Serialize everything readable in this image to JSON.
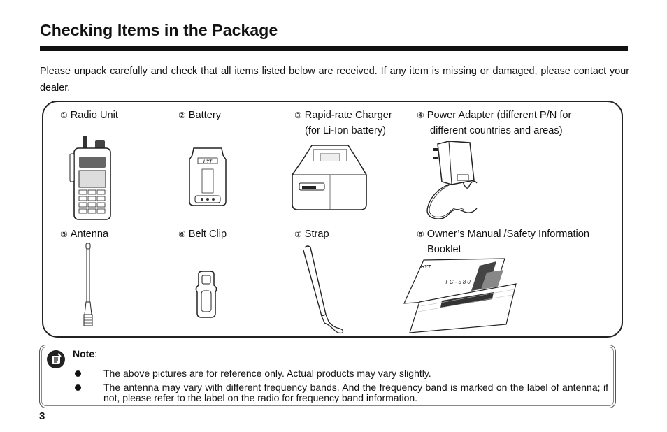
{
  "page": {
    "title": "Checking Items in the Package",
    "intro": "Please unpack carefully and check that all items listed below are received. If any item is missing or damaged, please contact your dealer.",
    "page_number": "3"
  },
  "items": [
    {
      "num": "①",
      "label": "Radio Unit",
      "label2": ""
    },
    {
      "num": "②",
      "label": "Battery",
      "label2": ""
    },
    {
      "num": "③",
      "label": "Rapid-rate Charger",
      "label2": "(for Li-Ion battery)"
    },
    {
      "num": "④",
      "label": "Power Adapter (different P/N for",
      "label2": "different countries and areas)"
    },
    {
      "num": "⑤",
      "label": "Antenna",
      "label2": ""
    },
    {
      "num": "⑥",
      "label": "Belt Clip",
      "label2": ""
    },
    {
      "num": "⑦",
      "label": "Strap",
      "label2": ""
    },
    {
      "num": "⑧",
      "label": "Owner’s Manual /Safety Information",
      "label2": "Booklet"
    }
  ],
  "illustrations": {
    "battery_logo": "HYT",
    "manual_logo": "HYT",
    "manual_model": "TC-580"
  },
  "note": {
    "title": "Note",
    "colon": ":",
    "icon": "note-hand-icon",
    "bullets": [
      "The above pictures are for reference only. Actual products may vary slightly.",
      "The antenna may vary with different frequency bands. And the frequency band is marked on the label of antenna; if not, please refer to the label on the radio for frequency band information."
    ]
  }
}
